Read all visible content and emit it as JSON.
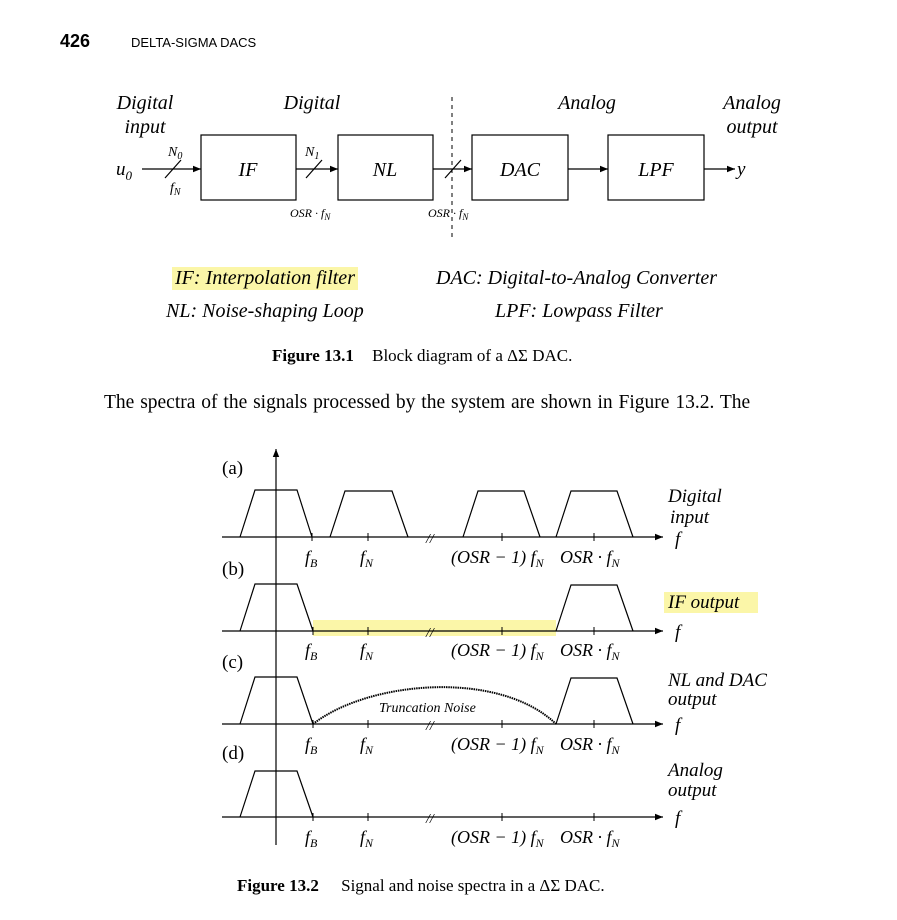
{
  "header": {
    "page_number": "426",
    "running_title": "DELTA-SIGMA DACS"
  },
  "figure1": {
    "labels": {
      "digital_input_1": "Digital",
      "digital_input_2": "input",
      "digital_mid": "Digital",
      "analog_mid": "Analog",
      "analog_output_1": "Analog",
      "analog_output_2": "output"
    },
    "input_signal": "u",
    "input_subscript": "0",
    "output_signal": "y",
    "n0": "N",
    "n0_sub": "0",
    "n1": "N",
    "n1_sub": "1",
    "fn_main": "f",
    "fn_sub": "N",
    "osr_label_1": "OSR · f",
    "osr_label_2": "OSR · f",
    "blocks": [
      "IF",
      "NL",
      "DAC",
      "LPF"
    ],
    "legend": [
      "IF: Interpolation filter",
      "DAC: Digital-to-Analog Converter",
      "NL: Noise-shaping Loop",
      "LPF: Lowpass Filter"
    ],
    "caption_label": "Figure 13.1",
    "caption_text": "Block diagram of a ΔΣ DAC."
  },
  "body_text": "The spectra of the signals processed by the system are shown in Figure 13.2.  The",
  "figure2": {
    "rows": [
      {
        "tag": "(a)",
        "right_label": [
          "Digital",
          "input"
        ]
      },
      {
        "tag": "(b)",
        "right_label": [
          "IF output"
        ]
      },
      {
        "tag": "(c)",
        "right_label": [
          "NL and DAC",
          "output"
        ]
      },
      {
        "tag": "(d)",
        "right_label": [
          "Analog",
          "output"
        ]
      }
    ],
    "axis_var": "f",
    "tick_fb": "f",
    "tick_fb_sub": "B",
    "tick_fn": "f",
    "tick_fn_sub": "N",
    "tick_osr1": "(OSR − 1) f",
    "tick_osr1_sub": "N",
    "tick_osr": "OSR · f",
    "tick_osr_sub": "N",
    "noise_label": "Truncation Noise",
    "caption_label": "Figure 13.2",
    "caption_text": "Signal and noise spectra in a ΔΣ DAC."
  }
}
